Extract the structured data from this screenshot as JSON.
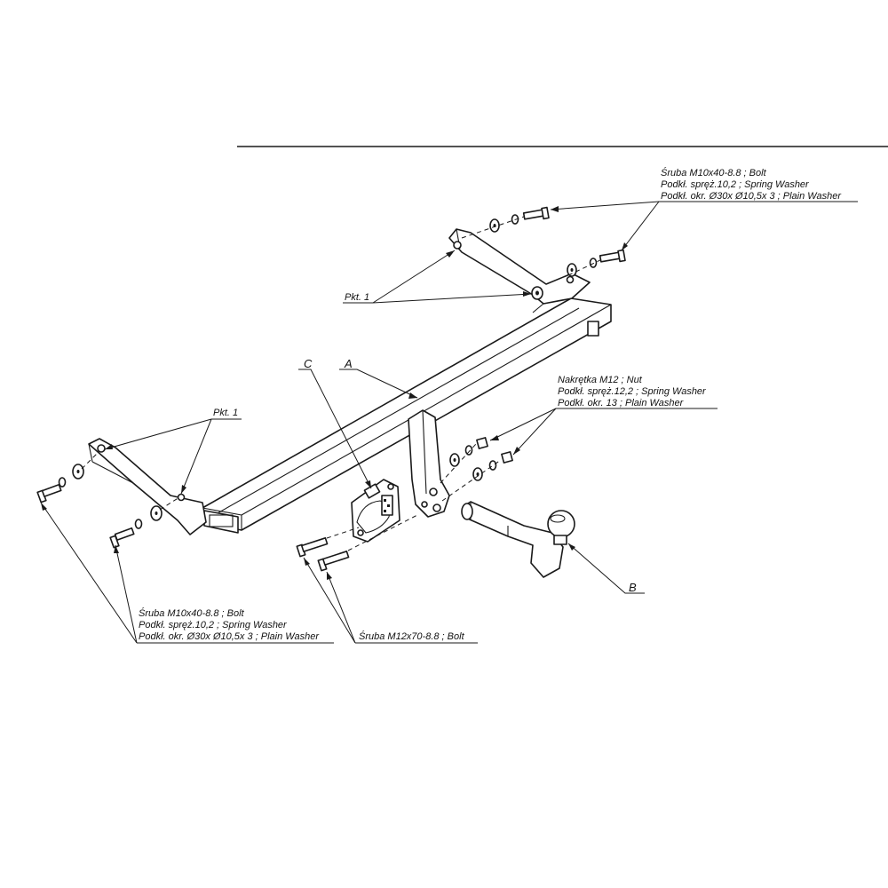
{
  "diagram": {
    "labels": {
      "a": "A",
      "b": "B",
      "c": "C",
      "pkt_top": "Pkt. 1",
      "pkt_left": "Pkt. 1"
    },
    "callouts": {
      "top_right": [
        "Śruba M10x40-8.8 ;  Bolt",
        "Podkł. spręż.10,2 ; Spring Washer",
        "Podkł. okr.  Ø30x Ø10,5x 3 ; Plain Washer"
      ],
      "middle_right": [
        "Nakrętka  M12 ; Nut",
        "Podkł. spręż.12,2 ; Spring Washer",
        "Podkł. okr. 13 ; Plain Washer"
      ],
      "bottom_left": [
        "Śruba M10x40-8.8 ;  Bolt",
        "Podkł. spręż.10,2 ; Spring Washer",
        "Podkł. okr.  Ø30x Ø10,5x 3 ; Plain Washer"
      ],
      "bottom_middle": "Śruba M12x70-8.8 ;  Bolt"
    }
  }
}
